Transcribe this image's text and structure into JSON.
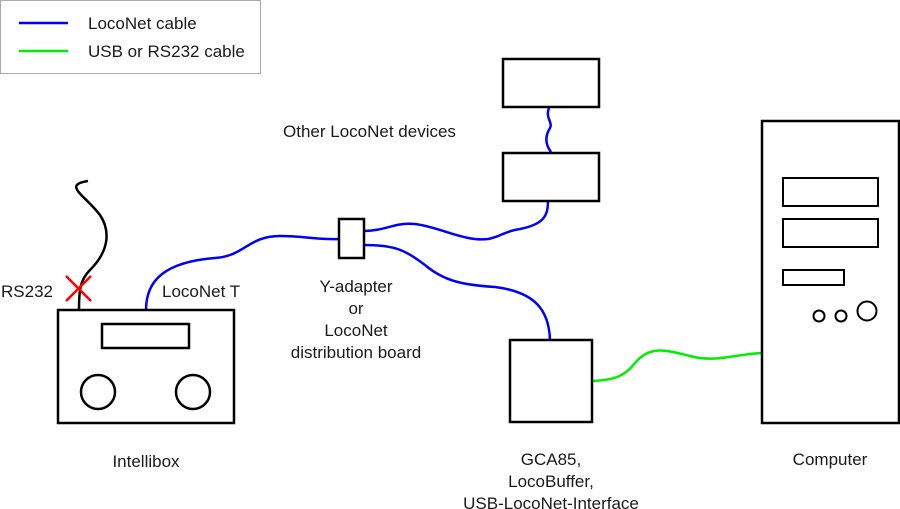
{
  "legend": {
    "items": [
      {
        "label": "LocoNet cable",
        "color": "#0000ff"
      },
      {
        "label": "USB or RS232 cable",
        "color": "#00ee00"
      }
    ]
  },
  "devices": {
    "intellibox": {
      "label": "Intellibox"
    },
    "rs232_port": {
      "label": "RS232"
    },
    "loconet_t": {
      "label": "LocoNet T"
    },
    "y_adapter": {
      "lines": [
        "Y-adapter",
        "or",
        "LocoNet",
        "distribution board"
      ]
    },
    "other_devices": {
      "label": "Other LocoNet devices"
    },
    "interface": {
      "lines": [
        "GCA85,",
        "LocoBuffer,",
        "USB-LocoNet-Interface"
      ]
    },
    "computer": {
      "label": "Computer"
    }
  },
  "colors": {
    "loconet": "#0000ff",
    "usb": "#00ee00",
    "disconnected_mark": "#ff0000",
    "outline": "#000000"
  }
}
